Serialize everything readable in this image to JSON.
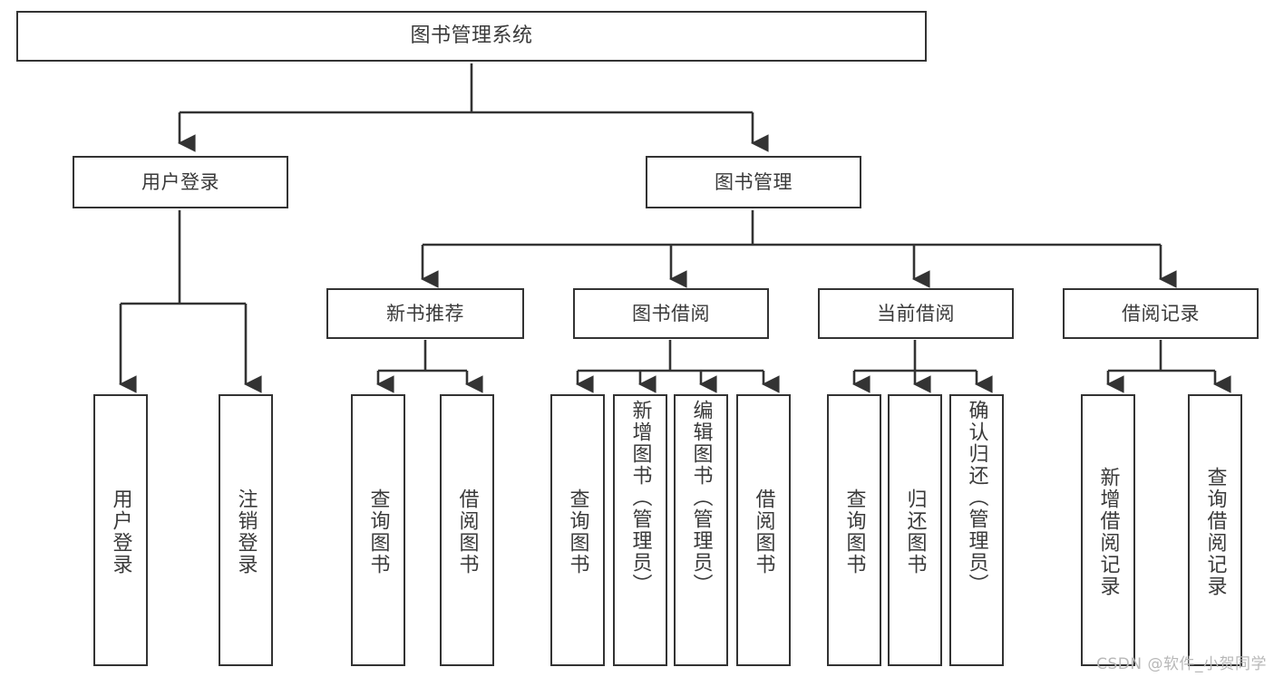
{
  "diagram": {
    "title": "图书管理系统",
    "type": "functional-structure-tree",
    "watermark": "CSDN @软件_小贺同学",
    "colors": {
      "border": "#333333",
      "text": "#3a3a3a",
      "background": "#ffffff",
      "watermark": "#b8b8b8"
    }
  },
  "nodes": {
    "root": {
      "label": "图书管理系统"
    },
    "level1": [
      {
        "id": "user-login",
        "label": "用户登录"
      },
      {
        "id": "book-manage",
        "label": "图书管理"
      }
    ],
    "level2": [
      {
        "id": "new-book-rec",
        "label": "新书推荐"
      },
      {
        "id": "book-borrow",
        "label": "图书借阅"
      },
      {
        "id": "current-borrow",
        "label": "当前借阅"
      },
      {
        "id": "borrow-record",
        "label": "借阅记录"
      }
    ],
    "leaves": {
      "user-login": [
        {
          "id": "leaf-user-login",
          "label": "用户登录"
        },
        {
          "id": "leaf-logout-login",
          "label": "注销登录"
        }
      ],
      "new-book-rec": [
        {
          "id": "leaf-query-book-1",
          "label": "查询图书"
        },
        {
          "id": "leaf-borrow-book-1",
          "label": "借阅图书"
        }
      ],
      "book-borrow": [
        {
          "id": "leaf-query-book-2",
          "label": "查询图书"
        },
        {
          "id": "leaf-add-book",
          "label": "新增图书（管理员）"
        },
        {
          "id": "leaf-edit-book",
          "label": "编辑图书（管理员）"
        },
        {
          "id": "leaf-borrow-book-2",
          "label": "借阅图书"
        }
      ],
      "current-borrow": [
        {
          "id": "leaf-query-book-3",
          "label": "查询图书"
        },
        {
          "id": "leaf-return-book",
          "label": "归还图书"
        },
        {
          "id": "leaf-confirm-return",
          "label": "确认归还（管理员）"
        }
      ],
      "borrow-record": [
        {
          "id": "leaf-add-record",
          "label": "新增借阅记录"
        },
        {
          "id": "leaf-query-record",
          "label": "查询借阅记录"
        }
      ]
    }
  }
}
